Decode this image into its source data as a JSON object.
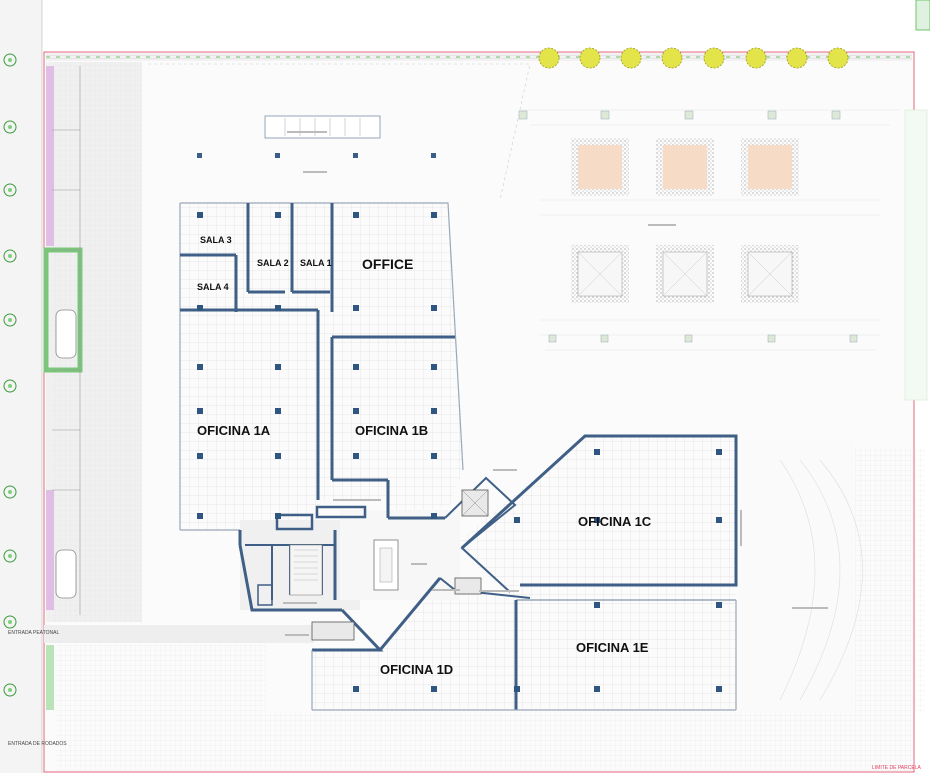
{
  "rooms": {
    "sala3": "SALA 3",
    "sala2": "SALA 2",
    "sala1": "SALA 1",
    "sala4": "SALA 4",
    "office": "OFFICE",
    "oficina1a": "OFICINA 1A",
    "oficina1b": "OFICINA 1B",
    "oficina1c": "OFICINA 1C",
    "oficina1d": "OFICINA 1D",
    "oficina1e": "OFICINA 1E"
  },
  "side_labels": {
    "entrada_peatonal": "ENTRADA PEATONAL",
    "entrada_vehiculos": "ENTRADA DE RODADOS",
    "limite_parcela": "LIMITE DE PARCELA"
  },
  "colors": {
    "wall": "#3f5f86",
    "column": "#2e5680",
    "grid": "#d6d6d6",
    "parcel_line": "#e04060",
    "hedge": "#4caf50",
    "tree": "#e3e34a",
    "planter_fill": "#f6dcc6",
    "parking_green": "#7bc67b",
    "parking_violet": "#d9a6e0"
  }
}
